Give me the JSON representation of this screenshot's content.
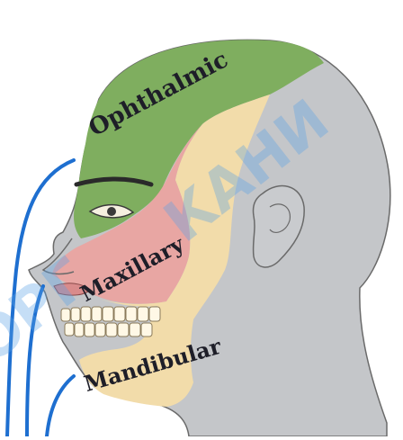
{
  "diagram": {
    "labels": {
      "ophthalmic": "Ophthalmic",
      "maxillary": "Maxillary",
      "mandibular": "Mandibular"
    },
    "watermark": {
      "left": "ОРГ",
      "right": "КАНИ"
    },
    "colors": {
      "ophthalmic": "#7fae5f",
      "maxillary": "#e8a6a3",
      "mandibular": "#f2dcaa",
      "head_gray": "#c4c6c9",
      "nerve_line": "#1e6fd0",
      "outline": "#6a6a6a"
    }
  }
}
